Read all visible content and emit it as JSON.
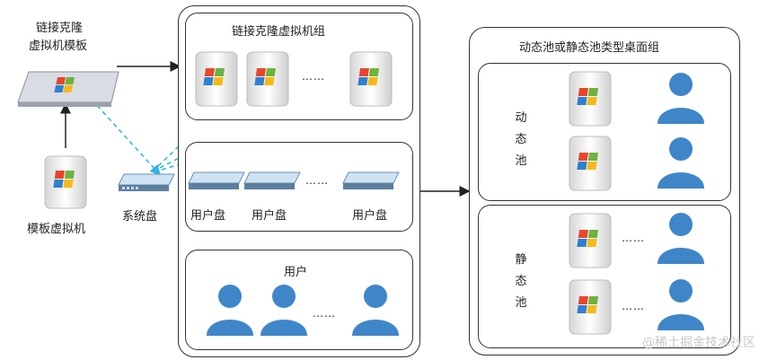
{
  "template": {
    "label_line1": "链接克隆",
    "label_line2": "虚拟机模板"
  },
  "template_vm": {
    "label": "模板虚拟机"
  },
  "system_disk": {
    "label": "系统盘"
  },
  "linked_clone_group": {
    "title": "链接克隆虚拟机组",
    "ellipsis": "……"
  },
  "user_disks": {
    "labels": [
      "用户盘",
      "用户盘",
      "用户盘"
    ],
    "ellipsis": "……"
  },
  "users_box": {
    "title": "用户",
    "ellipsis": "……"
  },
  "desktop_group": {
    "title": "动态池或静态池类型桌面组"
  },
  "dynamic_pool": {
    "label": [
      "动",
      "态",
      "池"
    ]
  },
  "static_pool": {
    "label": [
      "静",
      "态",
      "池"
    ],
    "ellipsis": "……"
  },
  "watermark": "@稀土掘金技术社区",
  "colors": {
    "arrow_dashed": "#2fb4e6",
    "person": "#3f86c8",
    "outline": "#333333"
  }
}
